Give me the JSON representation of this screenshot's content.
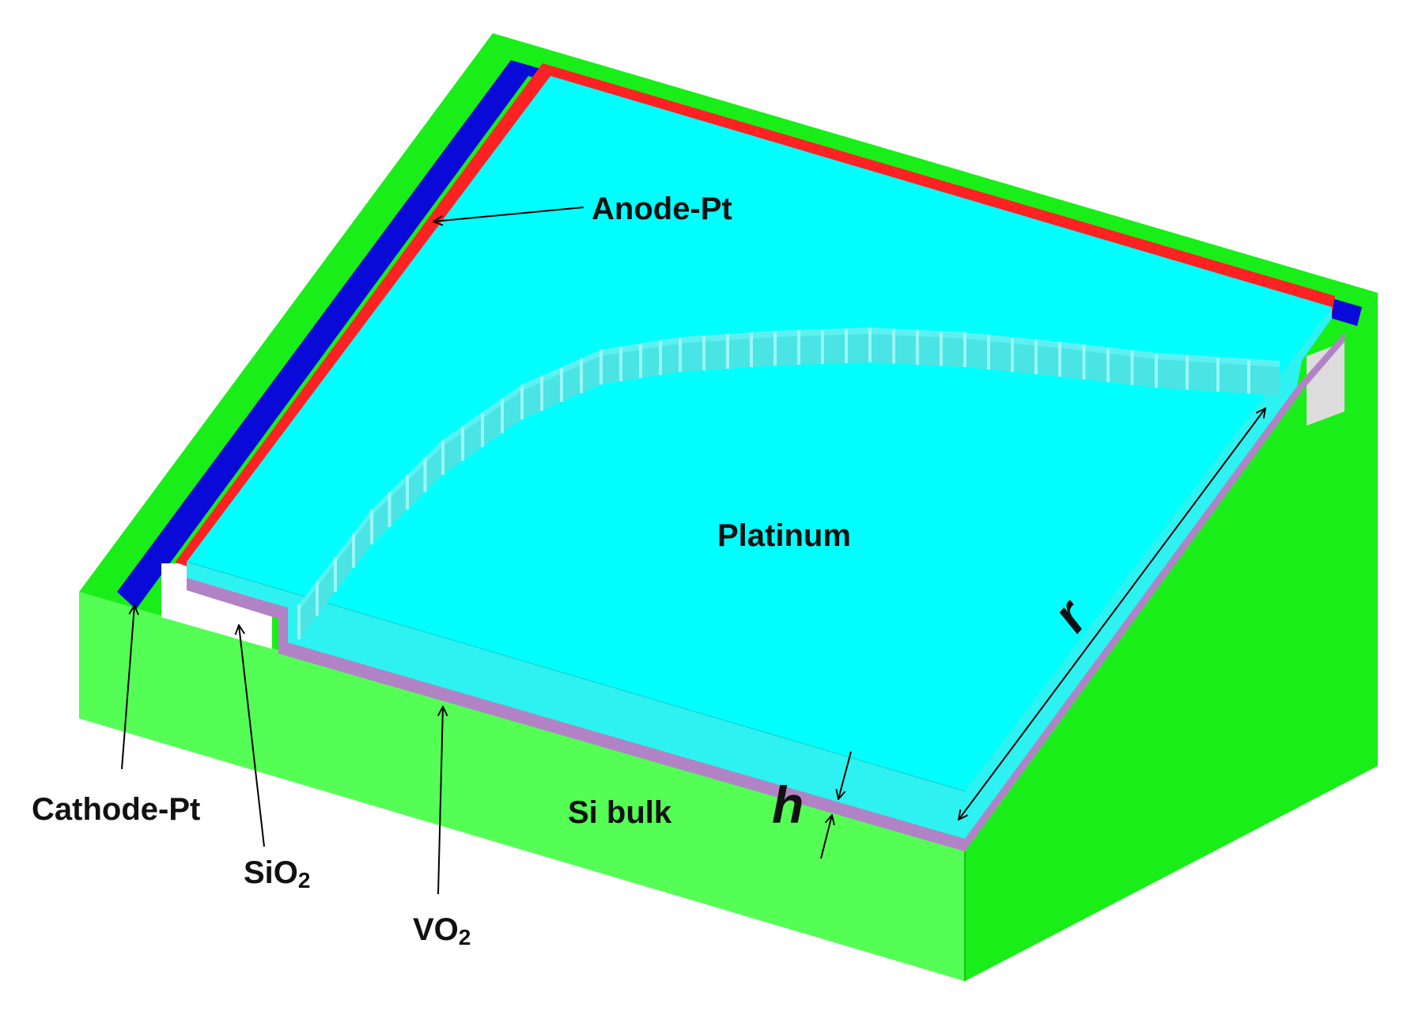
{
  "diagram": {
    "labels": {
      "anode": "Anode-Pt",
      "platinum": "Platinum",
      "cathode": "Cathode-Pt",
      "sio2_main": "SiO",
      "sio2_sub": "2",
      "vo2_main": "VO",
      "vo2_sub": "2",
      "si_bulk": "Si bulk",
      "dim_r": "r",
      "dim_h": "h"
    },
    "colors": {
      "si_top": "#19ee19",
      "si_front": "#55fe55",
      "si_right": "#19ee19",
      "platinum_top": "#00ffff",
      "platinum_front": "#2ef2f2",
      "terrace_riser": "#4ae4e4",
      "terrace_cap": "#88ffff",
      "anode": "#ff2222",
      "cathode": "#0a0ad8",
      "vo2": "#b183c6",
      "sio2": "#ffffff",
      "sio2_side": "#dcdcdc",
      "arrow": "#000000"
    }
  }
}
